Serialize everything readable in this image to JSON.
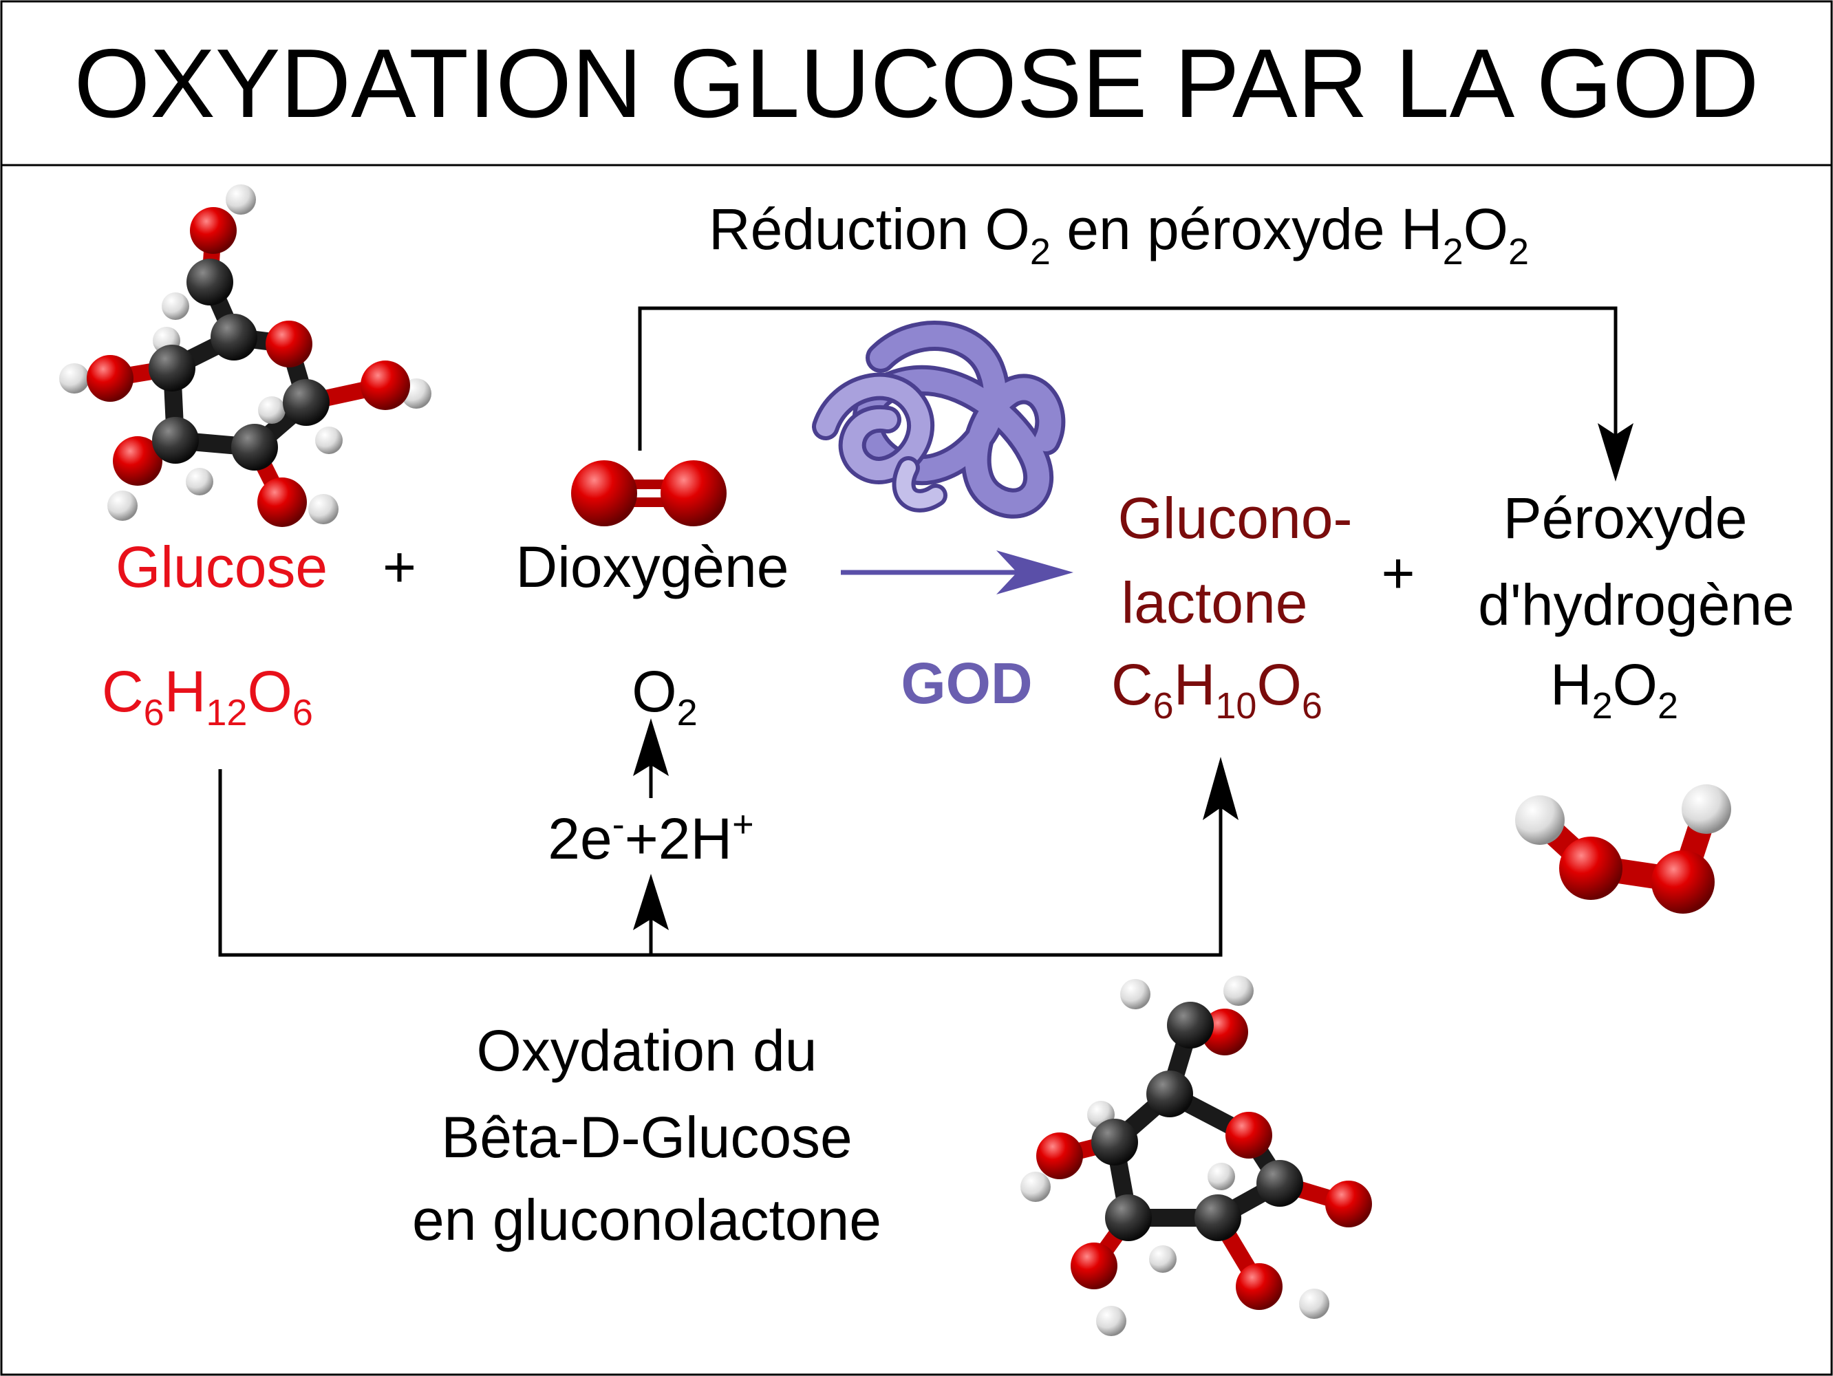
{
  "title": "OXYDATION GLUCOSE PAR LA GOD",
  "top_label": {
    "text1": "Réduction O",
    "sub1": "2",
    "text2": " en péroxyde H",
    "sub2": "2",
    "text3": "O",
    "sub3": "2"
  },
  "glucose": {
    "name": "Glucose",
    "plus": "+",
    "formula": {
      "a": "C",
      "b": "6",
      "c": "H",
      "d": "12",
      "e": "O",
      "f": "6"
    }
  },
  "dioxygen": {
    "name": "Dioxygène",
    "formula": {
      "a": "O",
      "b": "2"
    }
  },
  "enzyme": {
    "name": "GOD"
  },
  "gluconolactone": {
    "name_line1": "Glucono-",
    "name_line2": "lactone",
    "formula": {
      "a": "C",
      "b": "6",
      "c": "H",
      "d": "10",
      "e": "O",
      "f": "6"
    }
  },
  "plus2": "+",
  "peroxide": {
    "name_line1": "Péroxyde",
    "name_line2": "d'hydrogène",
    "formula": {
      "a": "H",
      "b": "2",
      "c": "O",
      "d": "2"
    }
  },
  "electrons": {
    "a": "2e",
    "b": "-",
    "c": "+2H",
    "d": "+"
  },
  "bottom_label": {
    "line1": "Oxydation du",
    "line2": "Bêta-D-Glucose",
    "line3": "en gluconolactone"
  },
  "colors": {
    "glucose": "#e8101a",
    "gluconolactone": "#7a0c0c",
    "enzyme": "#6a5fb0",
    "text": "#000000"
  }
}
